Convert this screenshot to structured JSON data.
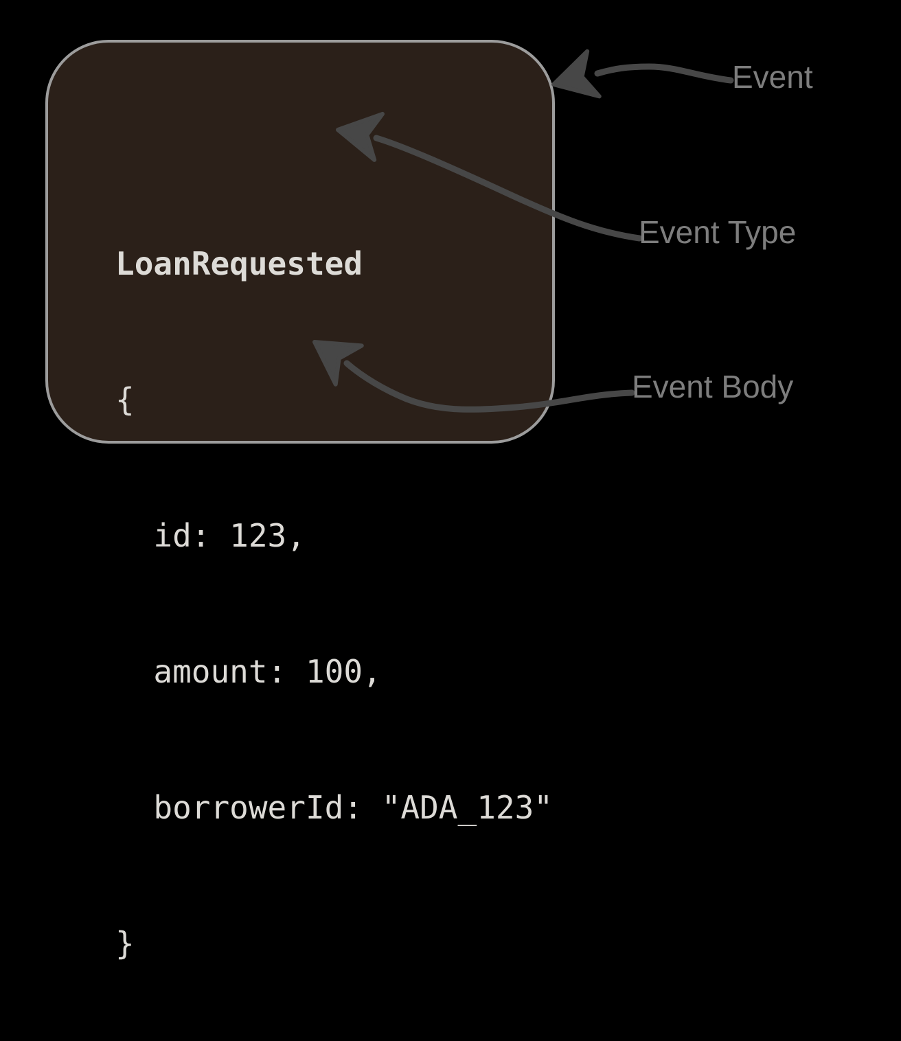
{
  "event_card": {
    "type_name": "LoanRequested",
    "code_lines": [
      "LoanRequested",
      "{",
      "  id: 123,",
      "  amount: 100,",
      "  borrowerId: \"ADA_123\"",
      "}"
    ]
  },
  "annotations": {
    "event": {
      "label": "Event"
    },
    "event_type": {
      "label": "Event Type"
    },
    "event_body": {
      "label": "Event Body"
    }
  },
  "colors": {
    "background": "#000000",
    "card_fill": "#2b2019",
    "card_border": "#9c9c9c",
    "arrow": "#474747",
    "label_text": "#7d7d7d",
    "code_text": "#dddbd7"
  }
}
